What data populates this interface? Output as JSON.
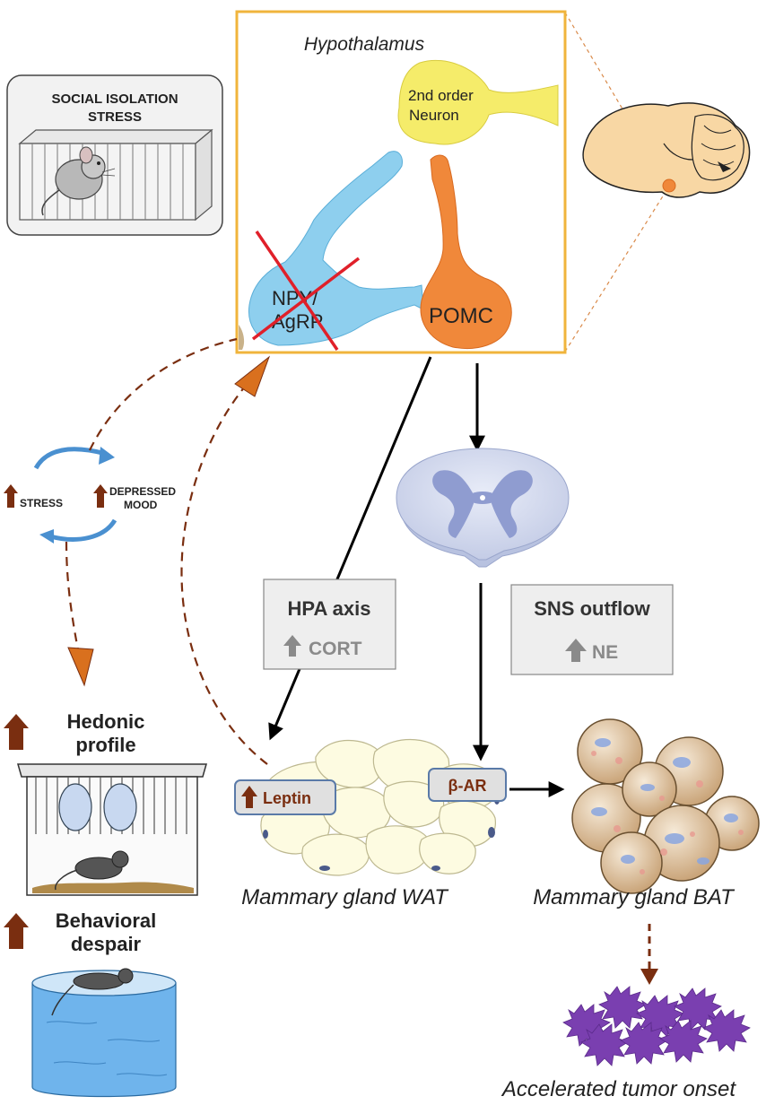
{
  "hypothalamus": {
    "title": "Hypothalamus",
    "second_order_neuron_line1": "2nd order",
    "second_order_neuron_line2": "Neuron",
    "npy_agrp_line1": "NPY/",
    "npy_agrp_line2": "AgRP",
    "pomc": "POMC"
  },
  "social_isolation": {
    "line1": "SOCIAL ISOLATION",
    "line2": "STRESS"
  },
  "cycle": {
    "stress": "STRESS",
    "depressed_line1": "DEPRESSED",
    "depressed_line2": "MOOD"
  },
  "hpa": {
    "title": "HPA axis",
    "cort": "CORT"
  },
  "sns": {
    "title": "SNS outflow",
    "ne": "NE"
  },
  "badges": {
    "leptin": "Leptin",
    "beta_ar": "β-AR"
  },
  "behavior": {
    "hedonic_line1": "Hedonic",
    "hedonic_line2": "profile",
    "despair_line1": "Behavioral",
    "despair_line2": "despair"
  },
  "labels": {
    "wat": "Mammary gland WAT",
    "bat": "Mammary gland BAT",
    "tumor": "Accelerated tumor onset"
  },
  "colors": {
    "hypothalamus_border": "#f0b43c",
    "npy_neuron": "#8ecfee",
    "pomc_neuron": "#f0883a",
    "second_order_neuron": "#f5ec6a",
    "cross": "#e0202a",
    "up_arrow_brown": "#7a2e10",
    "up_arrow_gray": "#8a8a8a",
    "dashed_arrow": "#7a2e10",
    "tumor": "#7a3fb0"
  }
}
